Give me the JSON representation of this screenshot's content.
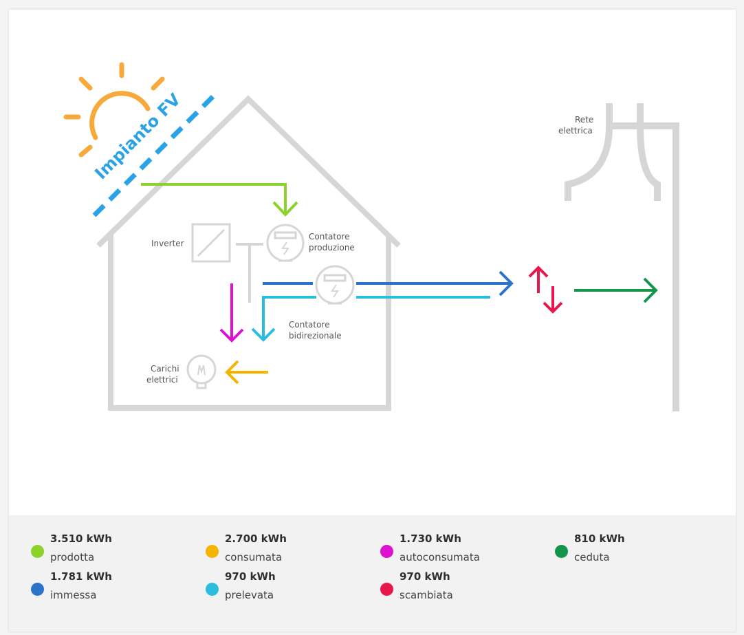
{
  "diagram": {
    "labels": {
      "impianto": "Impianto FV",
      "inverter": "Inverter",
      "contatore_produzione_1": "Contatore",
      "contatore_produzione_2": "produzione",
      "contatore_bidirezionale_1": "Contatore",
      "contatore_bidirezionale_2": "bidirezionale",
      "carichi_1": "Carichi",
      "carichi_2": "elettrici",
      "rete_1": "Rete",
      "rete_2": "elettrica"
    },
    "colors": {
      "prodotta": "#8cd22b",
      "immessa": "#2b72c9",
      "consumata": "#f4b400",
      "prelevata": "#2bbde0",
      "autoconsumata": "#dc12d0",
      "scambiata": "#e8174b",
      "ceduta": "#14954a",
      "sun": "#f7a93b",
      "panel": "#2aa3e6",
      "structure": "#d6d6d6",
      "text": "#555555"
    }
  },
  "legend": {
    "items": [
      {
        "value": "3.510 kWh",
        "label": "prodotta",
        "color": "#8cd22b"
      },
      {
        "value": "2.700 kWh",
        "label": "consumata",
        "color": "#f4b400"
      },
      {
        "value": "1.730 kWh",
        "label": "autoconsumata",
        "color": "#dc12d0"
      },
      {
        "value": "810 kWh",
        "label": "ceduta",
        "color": "#14954a"
      },
      {
        "value": "1.781 kWh",
        "label": "immessa",
        "color": "#2b72c9"
      },
      {
        "value": "970 kWh",
        "label": "prelevata",
        "color": "#2bbde0"
      },
      {
        "value": "970 kWh",
        "label": "scambiata",
        "color": "#e8174b"
      }
    ]
  }
}
